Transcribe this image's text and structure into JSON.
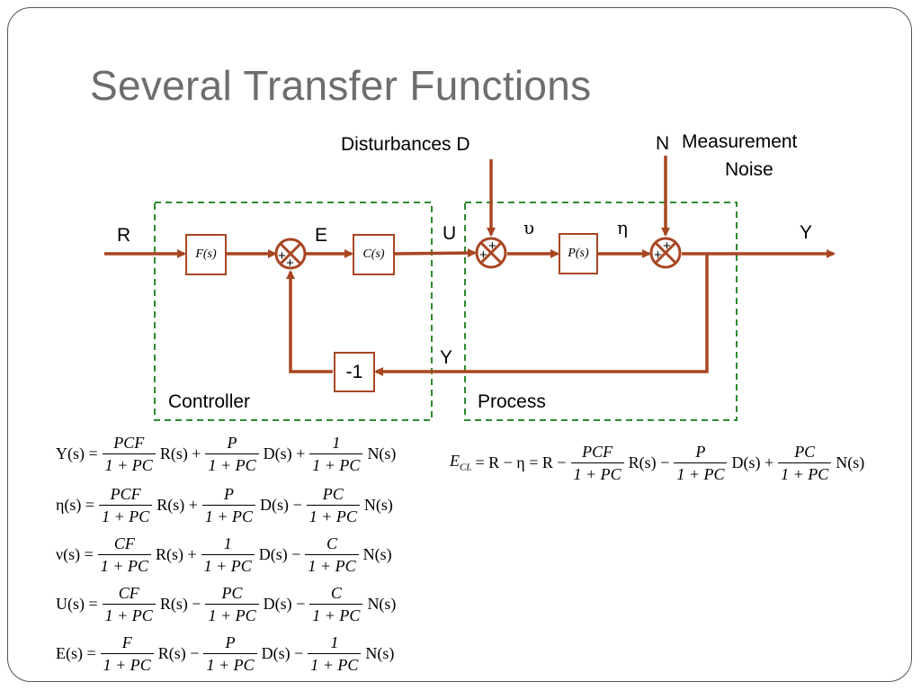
{
  "slide": {
    "title": "Several Transfer Functions"
  },
  "diagram": {
    "labels": {
      "disturbances": "Disturbances D",
      "n": "N",
      "measurement_noise_1": "Measurement",
      "measurement_noise_2": "Noise",
      "r": "R",
      "e": "E",
      "u": "U",
      "upsilon": "υ",
      "eta": "η",
      "y_out": "Y",
      "y_feedback": "Y",
      "controller": "Controller",
      "process": "Process"
    },
    "blocks": {
      "f": "F(s)",
      "c": "C(s)",
      "p": "P(s)",
      "gain": "-1"
    },
    "signs": {
      "plus": "+"
    },
    "colors": {
      "signal": "#a84622",
      "group_border": "#2e8b2e"
    }
  },
  "equations": {
    "y": [
      "Y(s) =",
      "PCF",
      "1 + PC",
      "R(s) +",
      "P",
      "1 + PC",
      "D(s) +",
      "1",
      "1 + PC",
      "N(s)"
    ],
    "eta": [
      "η(s) =",
      "PCF",
      "1 + PC",
      "R(s) +",
      "P",
      "1 + PC",
      "D(s) −",
      "PC",
      "1 + PC",
      "N(s)"
    ],
    "nu": [
      "ν(s) =",
      "CF",
      "1 + PC",
      "R(s) +",
      "1",
      "1 + PC",
      "D(s) −",
      "C",
      "1 + PC",
      "N(s)"
    ],
    "u": [
      "U(s) =",
      "CF",
      "1 + PC",
      "R(s) −",
      "PC",
      "1 + PC",
      "D(s) −",
      "C",
      "1 + PC",
      "N(s)"
    ],
    "e": [
      "E(s) =",
      "F",
      "1 + PC",
      "R(s) −",
      "P",
      "1 + PC",
      "D(s) −",
      "1",
      "1 + PC",
      "N(s)"
    ],
    "ecl": [
      "E",
      "CL",
      "= R − η = R −",
      "PCF",
      "1 + PC",
      "R(s) −",
      "P",
      "1 + PC",
      "D(s) +",
      "PC",
      "1 + PC",
      "N(s)"
    ]
  }
}
